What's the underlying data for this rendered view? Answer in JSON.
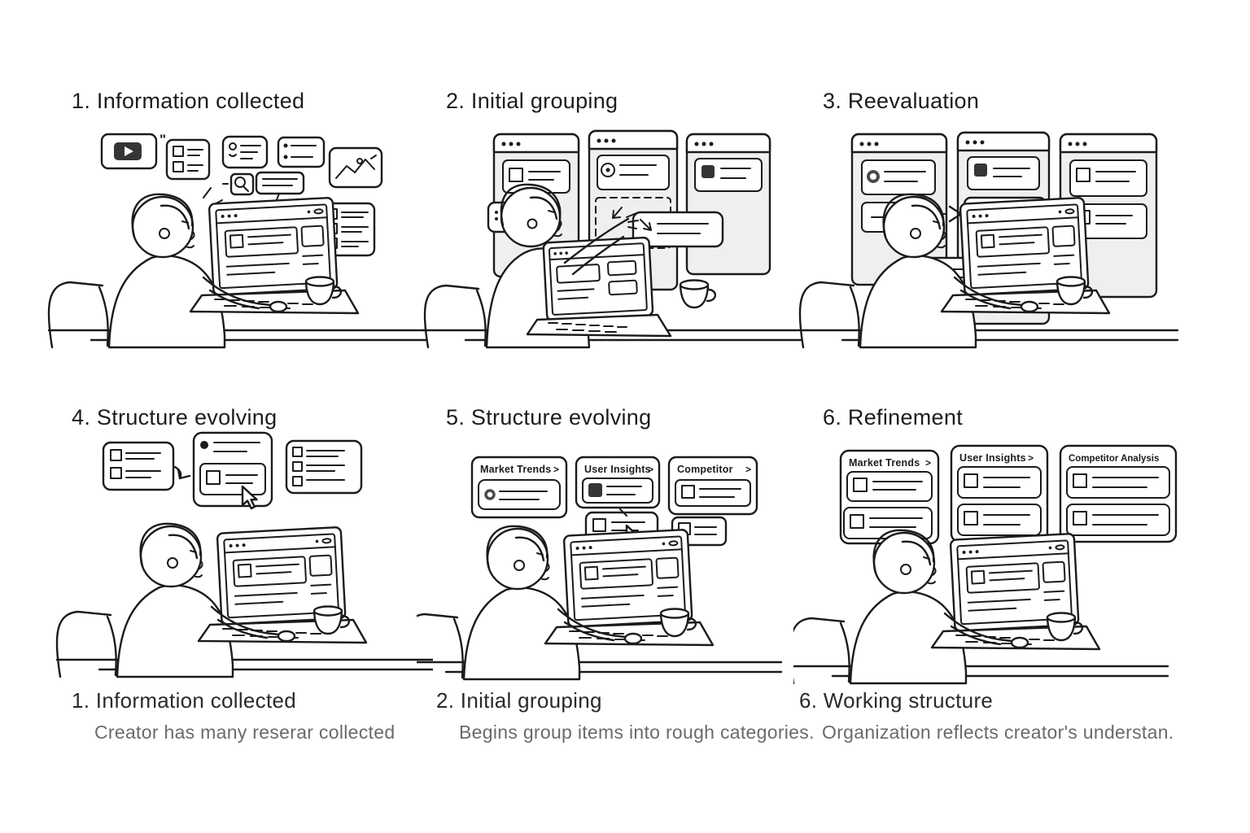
{
  "colors": {
    "background": "#ffffff",
    "ink": "#1b1b1b",
    "muted": "#6a6a6a",
    "window_fill": "#efefef",
    "dark_fill": "#353535"
  },
  "glyphs": {
    "chevron": ">",
    "quote": "\""
  },
  "panels": [
    {
      "title": "1. Information collected"
    },
    {
      "title": "2. Initial grouping"
    },
    {
      "title": "3. Reevaluation"
    },
    {
      "title": "4. Structure evolving"
    },
    {
      "title": "5. Structure evolving",
      "categories": [
        {
          "label": "Market Trends"
        },
        {
          "label": "User Insights"
        },
        {
          "label": "Competitor"
        }
      ]
    },
    {
      "title": "6. Refinement",
      "categories": [
        {
          "label": "Market Trends"
        },
        {
          "label": "User Insights"
        },
        {
          "label": "Competitor Analysis"
        }
      ]
    }
  ],
  "captions": [
    {
      "title": "1. Information collected",
      "subtitle": "Creator has many reserar collected"
    },
    {
      "title": "2. Initial grouping",
      "subtitle": "Begins group items into rough categories."
    },
    {
      "title": "6. Working structure",
      "subtitle": "Organization reflects creator's understan."
    }
  ]
}
